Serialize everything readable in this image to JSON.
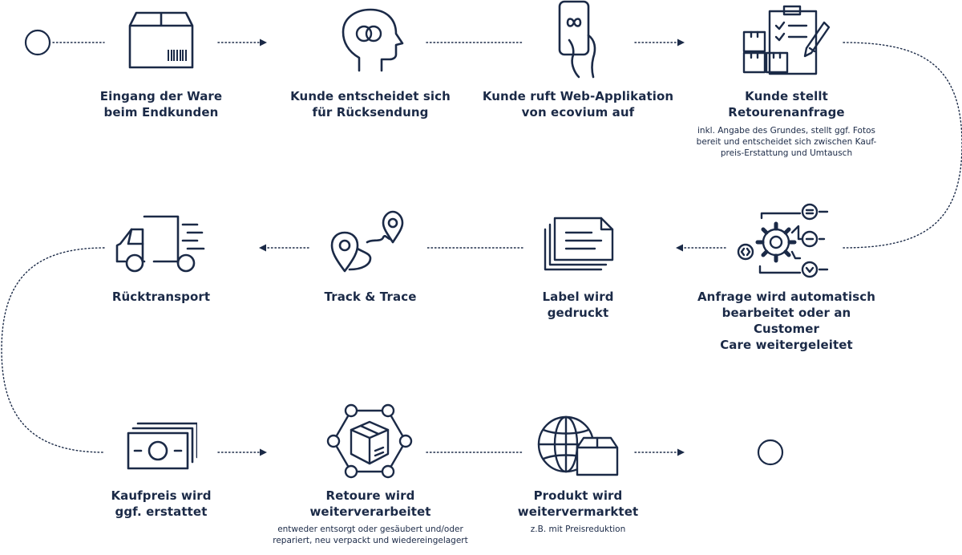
{
  "diagram": {
    "steps": [
      {
        "title": [
          "Eingang der Ware",
          "beim Endkunden"
        ],
        "desc": []
      },
      {
        "title": [
          "Kunde entscheidet sich",
          "für Rücksendung"
        ],
        "desc": []
      },
      {
        "title": [
          "Kunde ruft Web-Applikation",
          "von ecovium auf"
        ],
        "desc": []
      },
      {
        "title": [
          "Kunde stellt",
          "Retourenanfrage"
        ],
        "desc": [
          "inkl. Angabe des Grundes, stellt ggf. Fotos",
          "bereit und entscheidet sich zwischen Kauf-",
          "preis-Erstattung und Umtausch"
        ]
      },
      {
        "title": [
          "Anfrage wird automatisch",
          "bearbeitet oder an Customer",
          "Care weitergeleitet"
        ],
        "desc": []
      },
      {
        "title": [
          "Label wird",
          "gedruckt"
        ],
        "desc": []
      },
      {
        "title": [
          "Track & Trace"
        ],
        "desc": []
      },
      {
        "title": [
          "Rücktransport"
        ],
        "desc": []
      },
      {
        "title": [
          "Kaufpreis wird",
          "ggf. erstattet"
        ],
        "desc": []
      },
      {
        "title": [
          "Retoure wird",
          "weiterverarbeitet"
        ],
        "desc": [
          "entweder entsorgt oder gesäubert und/oder",
          "repariert, neu verpackt und wiedereingelagert"
        ]
      },
      {
        "title": [
          "Produkt wird",
          "weitervermarktet"
        ],
        "desc": [
          "z.B. mit Preisreduktion"
        ]
      }
    ],
    "colors": {
      "ink": "#1b2a47"
    },
    "icons": [
      "package-icon",
      "head-infinity-icon",
      "smartphone-hand-icon",
      "checklist-boxes-icon",
      "gear-automation-icon",
      "label-documents-icon",
      "route-pins-icon",
      "delivery-truck-icon",
      "banknotes-icon",
      "network-box-icon",
      "globe-box-icon"
    ]
  }
}
